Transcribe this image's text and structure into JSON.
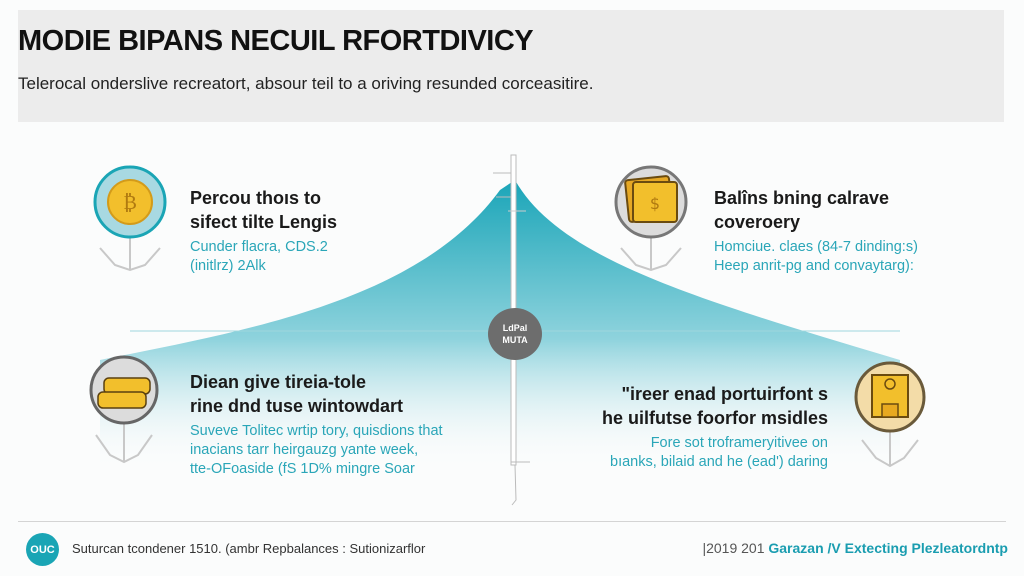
{
  "header": {
    "title": "MODIE BIPANS NECUIL RFORTDIVICY",
    "subtitle": "Telerocal onderslive recreatort, absour teil to a oriving resunded corceasitire."
  },
  "center": {
    "line1": "LdPal",
    "line2": "MUTA"
  },
  "items": [
    {
      "icon": "bitcoin-coin-icon",
      "title": [
        "Percou thoıs to",
        "sifect tilte Lengis"
      ],
      "desc": [
        "Cunder flacra, CDS.2",
        "(initlrz) 2Alk"
      ]
    },
    {
      "icon": "cash-stack-icon",
      "title": [
        "Balîns bning calrave",
        "coverоery"
      ],
      "desc": [
        "Homciue. claes (84-7 dinding:s)",
        "Heep anrit-pg and convaytarg):"
      ]
    },
    {
      "icon": "gold-bars-icon",
      "title": [
        "Diean give tireia-tole",
        "rine dnd tuse wintowdart"
      ],
      "desc": [
        "Suveve Tolitec wrtip tory, quisdions that",
        "inacians tarr heirgauzg yante week,",
        "tte-OFoaside (fS 1D% mingre Soar"
      ]
    },
    {
      "icon": "bank-building-icon",
      "title": [
        "\"ireer enad portuirfont s",
        "he uilfutse foorfor msidles"
      ],
      "desc": [
        "Fore sot troframeryitivee on",
        "bıanks, bilaid and he (ead') daring"
      ]
    }
  ],
  "footer": {
    "logo": "OUC",
    "text": "Suturcan tcondener 1510. (ambr Repbalances : Sutionizarflor",
    "date": "|2019 201",
    "link": "Garazan /V Extecting Plezleatordntp"
  },
  "colors": {
    "teal": "#1aa5b5",
    "gold": "#f2bf2c"
  }
}
